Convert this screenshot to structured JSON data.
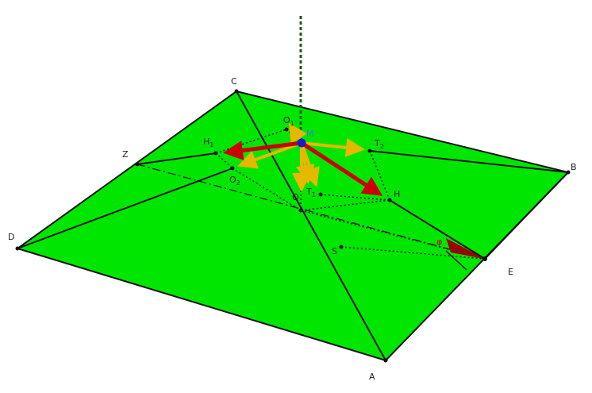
{
  "colors": {
    "plane_fill": "#00e600",
    "edge": "#111111",
    "vector_yellow": "#e6b800",
    "vector_red": "#cc0000",
    "dotted_green": "#1a5c1a",
    "point_blue": "#1a1acc",
    "label_blue": "#3a7fd9",
    "label_red": "#cc0000"
  },
  "labels": {
    "A": "A",
    "B": "B",
    "C": "C",
    "D": "D",
    "E": "E",
    "Z": "Z",
    "S": "S",
    "H": "H",
    "M": "M",
    "O": "O",
    "H1": "H",
    "H1_sub": "1",
    "O1": "O",
    "O1_sub": "1",
    "O2": "O",
    "O2_sub": "2",
    "T1": "T",
    "T1_sub": "1",
    "T2": "T",
    "T2_sub": "2",
    "phi": "φ"
  }
}
